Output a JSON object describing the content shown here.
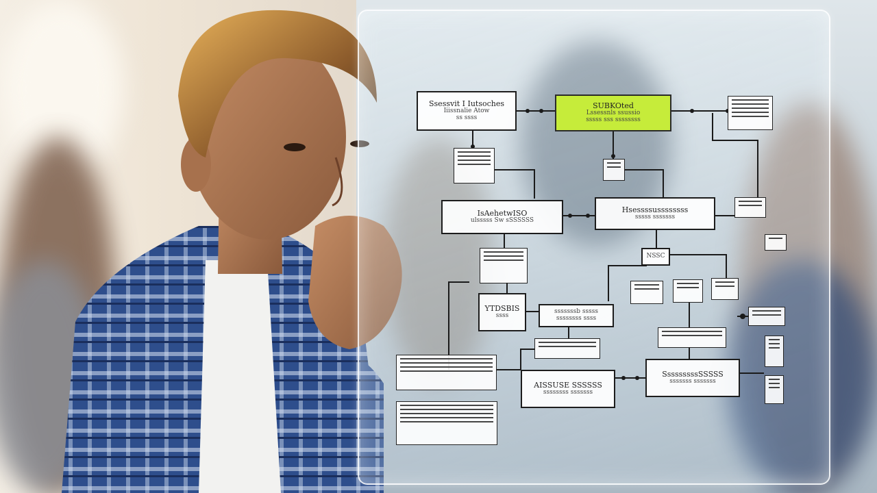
{
  "flowchart": {
    "nodes": [
      {
        "id": "n1",
        "line1": "Ssessvit I Iutsoches",
        "line2": "Iiissnalie Atow",
        "line3": "ss ssss"
      },
      {
        "id": "n2",
        "line1": "SUBKOted",
        "line2": "Lssessnls ssussio",
        "line3": "sssss sss ssssssss",
        "highlight": true
      },
      {
        "id": "n3",
        "line1": "IsAehetwISO",
        "line2": "ulsssss Sw sSSSSSS",
        "line3": ""
      },
      {
        "id": "n4",
        "line1": "Hsessssussssssss",
        "line2": "sssss sssssss",
        "line3": ""
      },
      {
        "id": "n5",
        "line1": "NSSC",
        "line2": "",
        "line3": ""
      },
      {
        "id": "n6",
        "line1": "YTDSBIS",
        "line2": "ssss",
        "line3": ""
      },
      {
        "id": "n7",
        "line1": "sssssssb sssss",
        "line2": "ssssssss ssss",
        "line3": ""
      },
      {
        "id": "n8",
        "line1": "AISSUSE SSSSSS",
        "line2": "ssssssss sssssss",
        "line3": ""
      },
      {
        "id": "n9",
        "line1": "SssssssssSSSSS",
        "line2": "sssssss sssssss",
        "line3": ""
      }
    ]
  }
}
